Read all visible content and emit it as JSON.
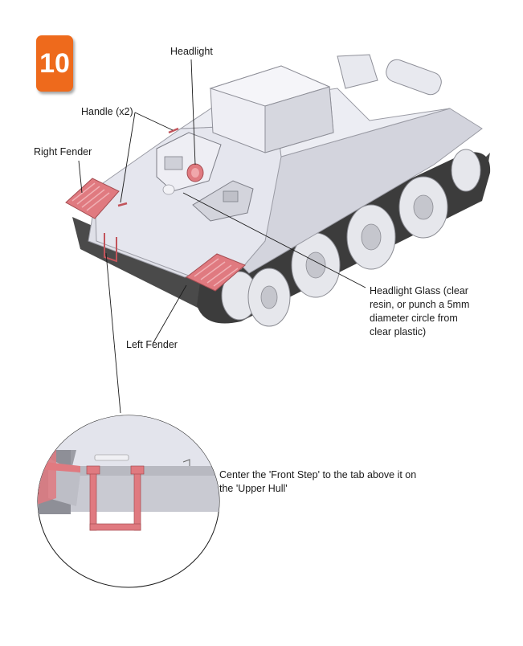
{
  "step": {
    "number": "10"
  },
  "labels": {
    "headlight": "Headlight",
    "handle": "Handle (x2)",
    "right_fender": "Right Fender",
    "left_fender": "Left Fender",
    "headlight_glass_1": "Headlight Glass (clear",
    "headlight_glass_2": "resin, or punch a 5mm",
    "headlight_glass_3": "diameter circle from",
    "headlight_glass_4": "clear plastic)"
  },
  "detail": {
    "note_1": "Center the 'Front Step' to the tab above it on",
    "note_2": "the 'Upper Hull'"
  },
  "colors": {
    "badge": "#ee6a1c",
    "part_highlight": "#e07a80",
    "hull": "#dcdde6",
    "track": "#3c3c3c"
  }
}
